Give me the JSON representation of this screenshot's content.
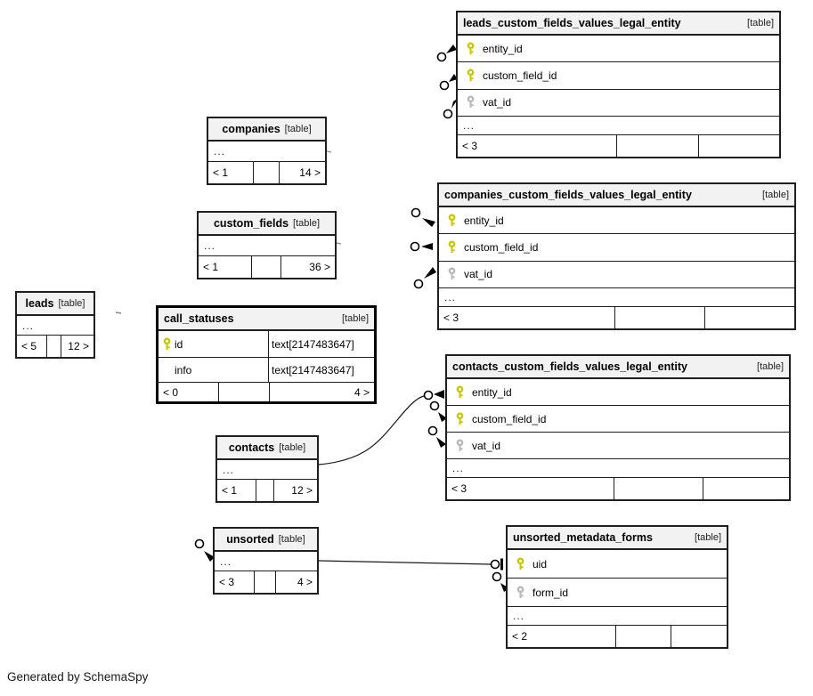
{
  "credit": "Generated by SchemaSpy",
  "colors": {
    "key_yellow": "#c8c800",
    "key_gray": "#b8b8b8",
    "header_bg": "#f2f2f2",
    "border_dark": "#1f1f1f",
    "line_color": "#1a1a1a"
  },
  "tables": {
    "leads": {
      "name": "leads",
      "tag": "[table]",
      "ellipsis": "...",
      "footer": [
        "< 5",
        "",
        "12 >"
      ]
    },
    "companies": {
      "name": "companies",
      "tag": "[table]",
      "ellipsis": "...",
      "footer": [
        "< 1",
        "",
        "14 >"
      ]
    },
    "custom_fields": {
      "name": "custom_fields",
      "tag": "[table]",
      "ellipsis": "...",
      "footer": [
        "< 1",
        "",
        "36 >"
      ]
    },
    "call_statuses": {
      "name": "call_statuses",
      "tag": "[table]",
      "fields": [
        {
          "name": "id",
          "type": "text[2147483647]",
          "key": "pk"
        },
        {
          "name": "info",
          "type": "text[2147483647]",
          "key": ""
        }
      ],
      "footer": [
        "< 0",
        "",
        "4 >"
      ]
    },
    "contacts": {
      "name": "contacts",
      "tag": "[table]",
      "ellipsis": "...",
      "footer": [
        "< 1",
        "",
        "12 >"
      ]
    },
    "unsorted": {
      "name": "unsorted",
      "tag": "[table]",
      "ellipsis": "...",
      "footer": [
        "< 3",
        "",
        "4 >"
      ]
    },
    "leads_cfvle": {
      "name": "leads_custom_fields_values_legal_entity",
      "tag": "[table]",
      "fields": [
        {
          "name": "entity_id",
          "key": "pk"
        },
        {
          "name": "custom_field_id",
          "key": "pk"
        },
        {
          "name": "vat_id",
          "key": "fk"
        }
      ],
      "ellipsis": "...",
      "footer": [
        "< 3",
        "",
        ""
      ]
    },
    "companies_cfvle": {
      "name": "companies_custom_fields_values_legal_entity",
      "tag": "[table]",
      "fields": [
        {
          "name": "entity_id",
          "key": "pk"
        },
        {
          "name": "custom_field_id",
          "key": "pk"
        },
        {
          "name": "vat_id",
          "key": "fk"
        }
      ],
      "ellipsis": "...",
      "footer": [
        "< 3",
        "",
        ""
      ]
    },
    "contacts_cfvle": {
      "name": "contacts_custom_fields_values_legal_entity",
      "tag": "[table]",
      "fields": [
        {
          "name": "entity_id",
          "key": "pk"
        },
        {
          "name": "custom_field_id",
          "key": "pk"
        },
        {
          "name": "vat_id",
          "key": "fk"
        }
      ],
      "ellipsis": "...",
      "footer": [
        "< 3",
        "",
        ""
      ]
    },
    "unsorted_metadata_forms": {
      "name": "unsorted_metadata_forms",
      "tag": "[table]",
      "fields": [
        {
          "name": "uid",
          "key": "pk"
        },
        {
          "name": "form_id",
          "key": "fk"
        }
      ],
      "ellipsis": "...",
      "footer": [
        "< 2",
        "",
        ""
      ]
    }
  }
}
